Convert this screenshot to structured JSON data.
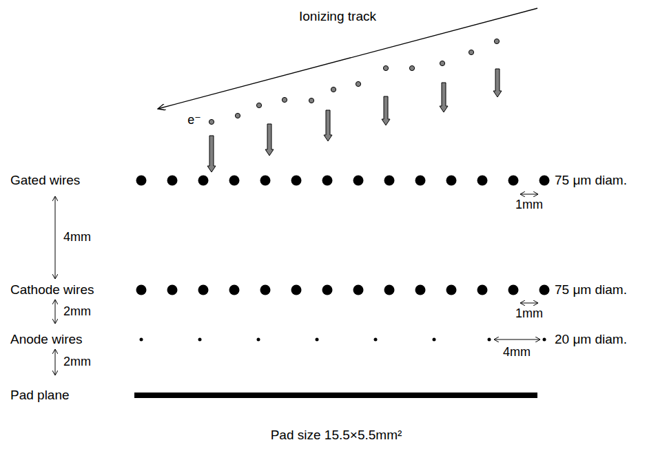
{
  "diagram": {
    "labels": [
      "Ionizing track",
      "e⁻",
      "Gated wires",
      "75 μm diam.",
      "1mm",
      "4mm",
      "Cathode wires",
      "75 μm diam.",
      "1mm",
      "2mm",
      "Anode wires",
      "20 μm diam.",
      "4mm",
      "2mm",
      "Pad plane",
      "Pad size 15.5×5.5mm²"
    ]
  }
}
